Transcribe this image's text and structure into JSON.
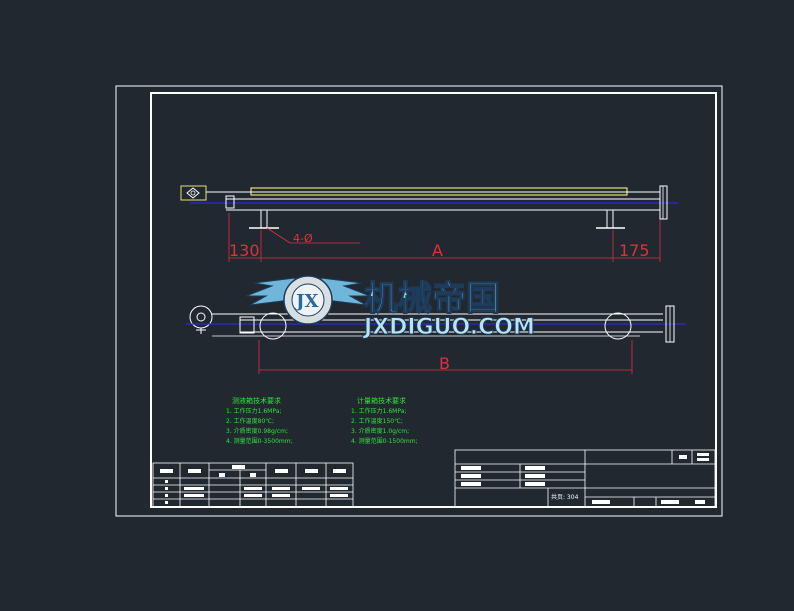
{
  "drawing": {
    "dimensions": {
      "left_top": "130",
      "middle_top": "A",
      "right_top": "175",
      "holes": "4-Ø",
      "middle_bottom": "B"
    },
    "notes_left": {
      "title": "测液箱技术要求",
      "lines": [
        "1. 工作压力1.6MPa;",
        "2. 工作温度80℃;",
        "3. 介质密度0.98g/cm;",
        "4. 测量范围0-3500mm;"
      ]
    },
    "notes_right": {
      "title": "计量箱技术要求",
      "lines": [
        "1. 工作压力1.6MPa;",
        "2. 工作温度150℃;",
        "3. 介质密度1.0g/cm;",
        "4. 测量范围0-1500mm;"
      ]
    },
    "title_block": {
      "sheet_text": "共页: 304"
    },
    "watermark": {
      "logo_letters": "JX",
      "chinese": "机械帝国",
      "english": "JXDIGUO.COM"
    }
  },
  "colors": {
    "background": "#212830",
    "frame": "#ffffff",
    "dimension": "#e0303a",
    "centerline": "#2a2ad8",
    "yellow_tube": "#e8e070",
    "notes": "#33e33a"
  }
}
